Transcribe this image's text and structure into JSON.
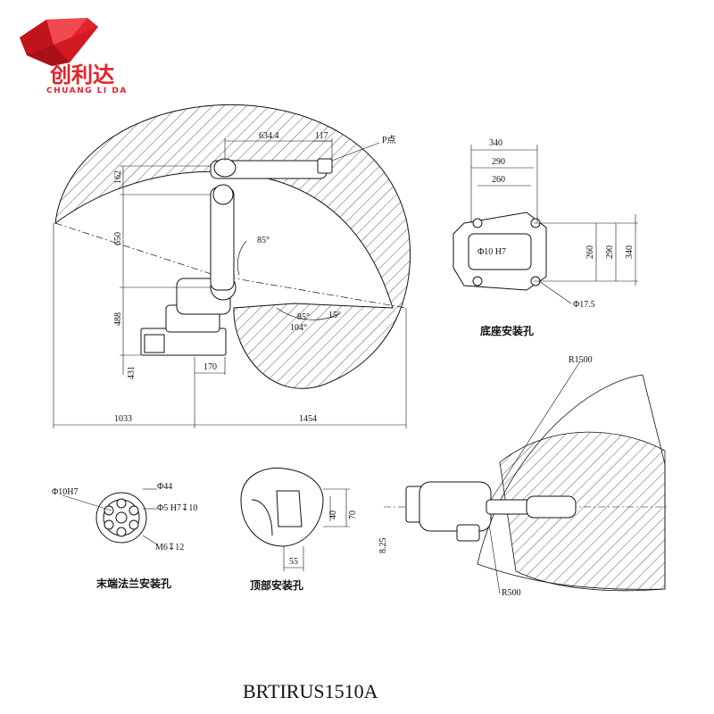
{
  "brand": {
    "name_cn": "创利达",
    "name_en": "CHUANG LI DA",
    "color": "#e4222b"
  },
  "model": "BRTIRUS1510A",
  "side_view": {
    "dims": {
      "top_reach": "634.4",
      "flange_offset": "117",
      "upper_arm_offset": "162",
      "lower_arm": "650",
      "shoulder_height": "488",
      "base_height": "431",
      "base_width": "170",
      "rear_reach": "1033",
      "front_reach": "1454"
    },
    "angles": [
      "85°",
      "85°",
      "15°",
      "104°"
    ],
    "p_point_label": "P点"
  },
  "base_holes": {
    "caption": "底座安装孔",
    "dims": [
      "340",
      "290",
      "260"
    ],
    "dims_v": [
      "260",
      "290",
      "340"
    ],
    "pin_hole": "Φ10 H7",
    "mount_hole": "Φ17.5"
  },
  "flange": {
    "caption": "末端法兰安装孔",
    "d_outer": "Φ44",
    "d_pin": "Φ10H7",
    "pin_hole": "Φ5 H7↧10",
    "thread": "M6↧12"
  },
  "top_holes": {
    "caption": "顶部安装孔",
    "dims": [
      "40",
      "70",
      "55"
    ]
  },
  "top_view": {
    "r_outer": "R1500",
    "r_inner": "R500",
    "offset": "8.25"
  },
  "colors": {
    "line": "#111111",
    "hatch": "#333333",
    "accent": "#e4222b"
  }
}
